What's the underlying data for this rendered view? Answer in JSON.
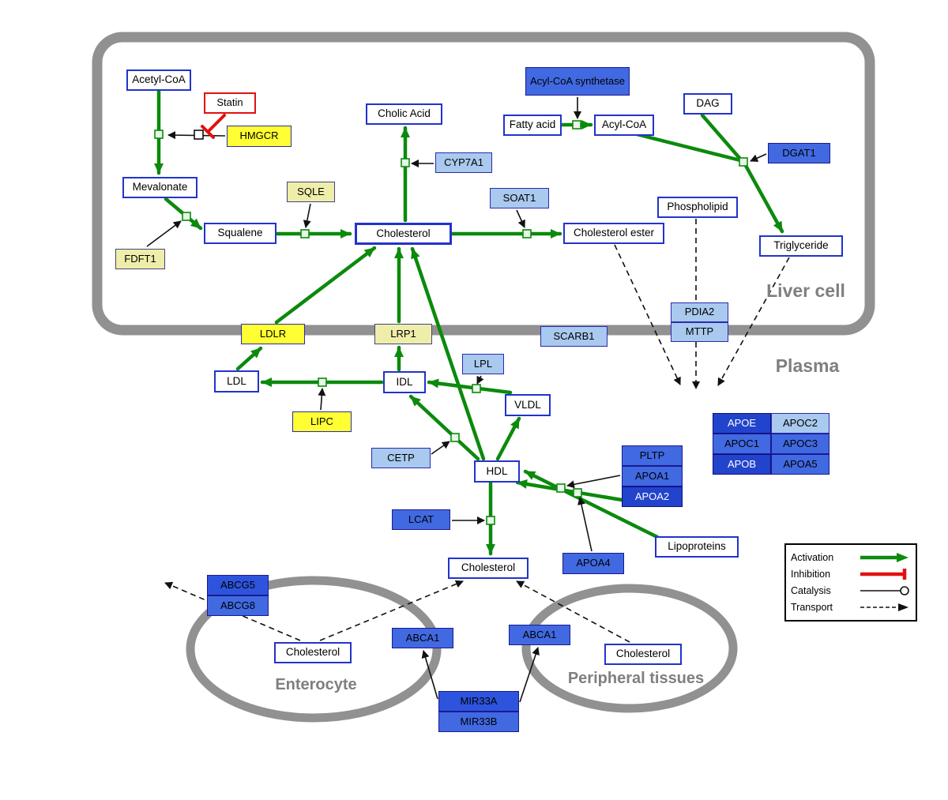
{
  "compartments": {
    "liver": "Liver cell",
    "plasma": "Plasma",
    "enterocyte": "Enterocyte",
    "peripheral": "Peripheral tissues"
  },
  "legend": {
    "activation": "Activation",
    "inhibition": "Inhibition",
    "catalysis": "Catalysis",
    "transport": "Transport"
  },
  "nodes": {
    "acetyl_coa": "Acetyl-CoA",
    "statin": "Statin",
    "hmgcr": "HMGCR",
    "mevalonate": "Mevalonate",
    "fdft1": "FDFT1",
    "squalene": "Squalene",
    "sqle": "SQLE",
    "cholesterol_liver": "Cholesterol",
    "cholic_acid": "Cholic Acid",
    "cyp7a1": "CYP7A1",
    "soat1": "SOAT1",
    "cholesterol_ester": "Cholesterol ester",
    "acyl_coa_synthetase": "Acyl-CoA synthetase",
    "fatty_acid": "Fatty acid",
    "acyl_coa": "Acyl-CoA",
    "dag": "DAG",
    "dgat1": "DGAT1",
    "phospholipid": "Phospholipid",
    "triglyceride": "Triglyceride",
    "pdia2": "PDIA2",
    "mttp": "MTTP",
    "ldlr": "LDLR",
    "lrp1": "LRP1",
    "scarb1": "SCARB1",
    "ldl": "LDL",
    "idl": "IDL",
    "lpl": "LPL",
    "vldl": "VLDL",
    "lipc": "LIPC",
    "cetp": "CETP",
    "hdl": "HDL",
    "pltp": "PLTP",
    "apoa1": "APOA1",
    "apoa2": "APOA2",
    "apoe": "APOE",
    "apoc2": "APOC2",
    "apoc1": "APOC1",
    "apoc3": "APOC3",
    "apob": "APOB",
    "apoa5": "APOA5",
    "lcat": "LCAT",
    "apoa4": "APOA4",
    "lipoproteins": "Lipoproteins",
    "cholesterol_plasma": "Cholesterol",
    "abcg5": "ABCG5",
    "abcg8": "ABCG8",
    "cholesterol_enterocyte": "Cholesterol",
    "abca1_enterocyte": "ABCA1",
    "abca1_peripheral": "ABCA1",
    "cholesterol_peripheral": "Cholesterol",
    "mir33a": "MIR33A",
    "mir33b": "MIR33B"
  },
  "colors": {
    "activation_green": "#0b8a0b",
    "inhibition_red": "#e11111",
    "compound_border_blue": "#2233cc",
    "gene_yellow": "#ffff33",
    "gene_pale_yellow": "#eeeeaa",
    "gene_light_blue": "#a9c9ee",
    "gene_medium_blue": "#4169e1",
    "gene_dark_blue": "#2243cc",
    "compartment_gray": "#919191"
  }
}
